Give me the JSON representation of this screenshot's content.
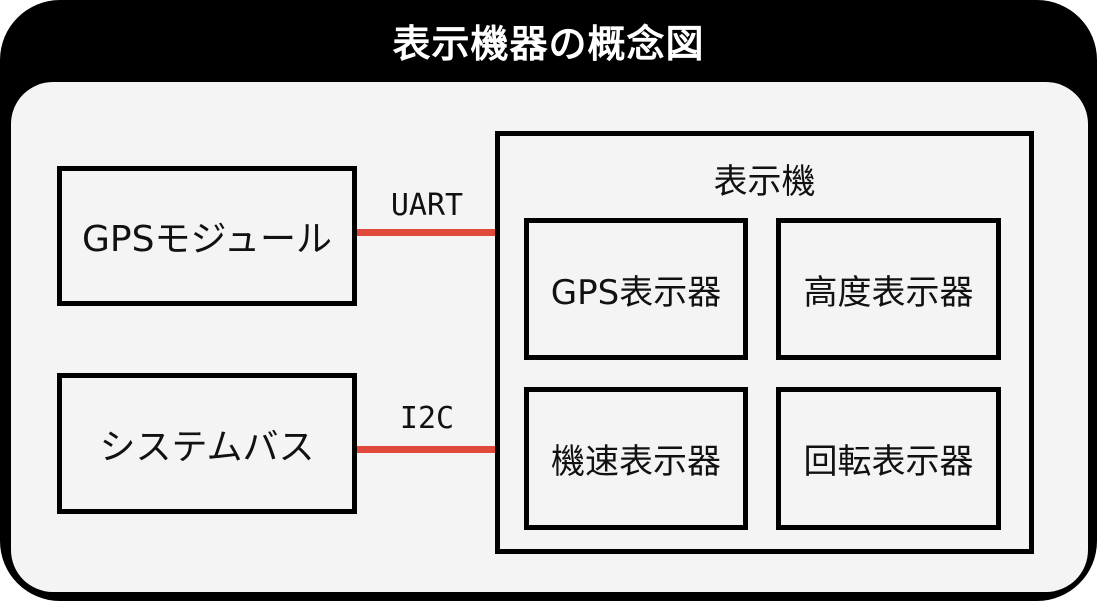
{
  "title": "表示機器の概念図",
  "nodes": {
    "gps_module": "GPSモジュール",
    "system_bus": "システムバス"
  },
  "display": {
    "label": "表示機",
    "items": [
      "GPS表示器",
      "高度表示器",
      "機速表示器",
      "回転表示器"
    ]
  },
  "connections": {
    "uart": "UART",
    "i2c": "I2C"
  },
  "colors": {
    "frame": "#000000",
    "panel": "#f4f4f4",
    "connector": "#e0493b"
  }
}
